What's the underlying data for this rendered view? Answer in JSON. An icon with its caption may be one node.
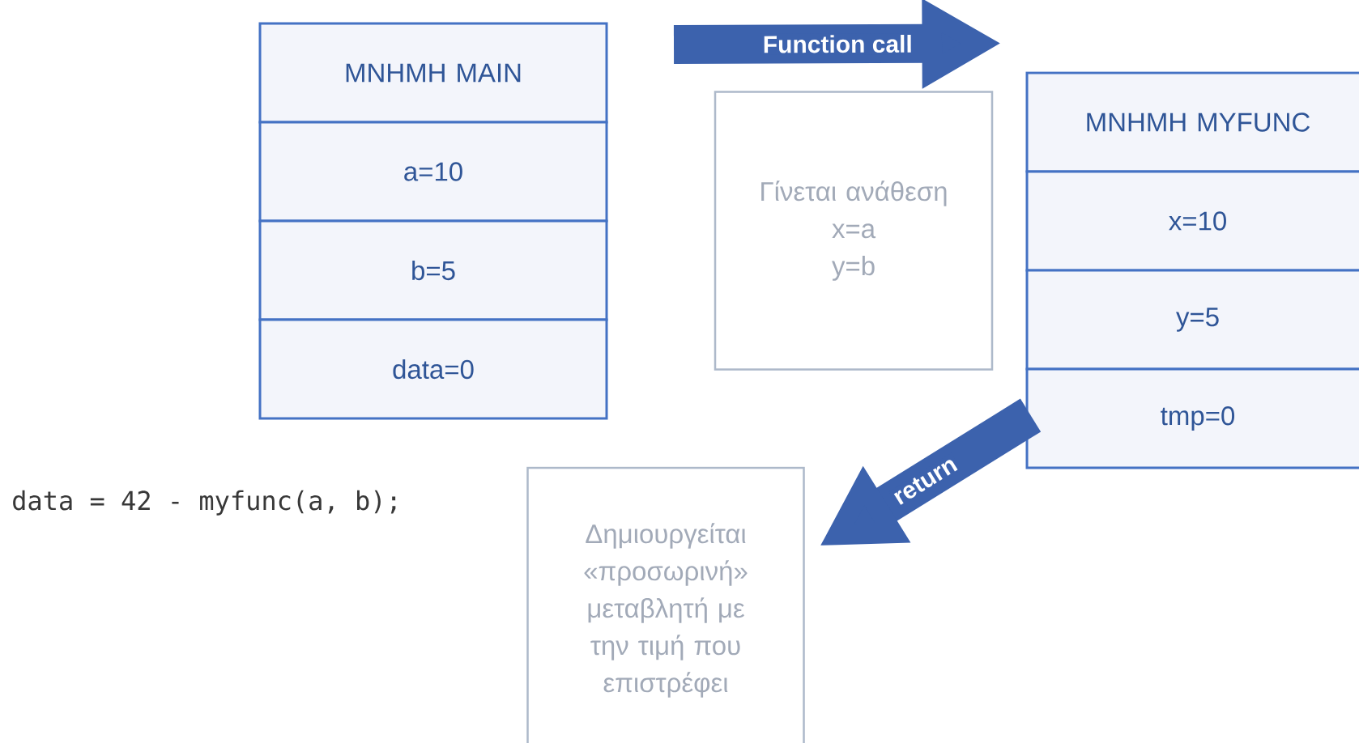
{
  "diagram": {
    "nodes": [
      {
        "text": [
          "MNHMH MAIN"
        ]
      },
      {
        "text": [
          "a=10"
        ]
      },
      {
        "text": [
          "b=5"
        ]
      },
      {
        "text": [
          "data=0"
        ]
      },
      {
        "text": [
          "Γίνεται ανάθεση",
          "x=a",
          "y=b"
        ]
      },
      {
        "text": [
          "MNHMH MYFUNC"
        ]
      },
      {
        "text": [
          "x=10"
        ]
      },
      {
        "text": [
          "y=5"
        ]
      },
      {
        "text": [
          "tmp=0"
        ]
      },
      {
        "text": [
          "Δημιουργείται «προσωρινή» μεταβλητή με την τιμή που επιστρέφει"
        ]
      }
    ],
    "edges": [
      {
        "from": null,
        "to": 5,
        "arrow": "to",
        "label": "Function call"
      },
      {
        "from": 8,
        "to": 9,
        "arrow": "to",
        "label": "return"
      }
    ],
    "labels": [
      "data = 42 - myfunc(a, b);"
    ]
  }
}
